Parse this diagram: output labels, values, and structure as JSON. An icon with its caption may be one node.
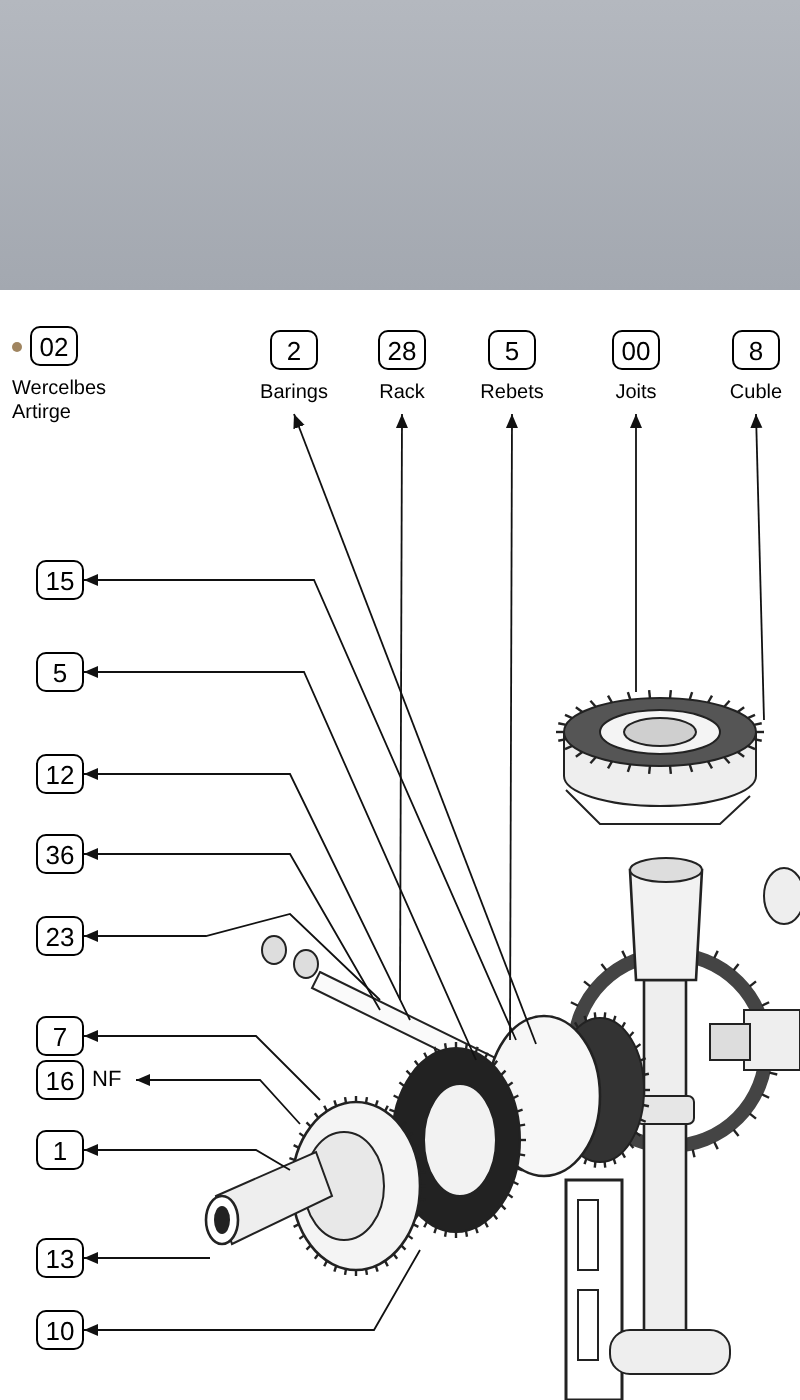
{
  "diagram": {
    "nodes": [
      {
        "text": [
          "02",
          "Wercelbes Artirge"
        ]
      },
      {
        "text": [
          "2",
          "Barings"
        ]
      },
      {
        "text": [
          "28",
          "Rack"
        ]
      },
      {
        "text": [
          "5",
          "Rebets"
        ]
      },
      {
        "text": [
          "00",
          "Joits"
        ]
      },
      {
        "text": [
          "8",
          "Cuble"
        ]
      },
      {
        "text": [
          "15"
        ]
      },
      {
        "text": [
          "5"
        ]
      },
      {
        "text": [
          "12"
        ]
      },
      {
        "text": [
          "36"
        ]
      },
      {
        "text": [
          "23"
        ]
      },
      {
        "text": [
          "7"
        ]
      },
      {
        "text": [
          "16",
          "NF"
        ]
      },
      {
        "text": [
          "1"
        ]
      },
      {
        "text": [
          "13"
        ]
      },
      {
        "text": [
          "10"
        ]
      }
    ],
    "edges": [
      {
        "from": null,
        "to": 1,
        "arrow": "to"
      },
      {
        "from": null,
        "to": 2,
        "arrow": "to"
      },
      {
        "from": null,
        "to": 3,
        "arrow": "to"
      },
      {
        "from": null,
        "to": 4,
        "arrow": "to"
      },
      {
        "from": null,
        "to": 5,
        "arrow": "to"
      },
      {
        "from": null,
        "to": 6,
        "arrow": "to"
      },
      {
        "from": null,
        "to": 7,
        "arrow": "to"
      },
      {
        "from": null,
        "to": 8,
        "arrow": "to"
      },
      {
        "from": null,
        "to": 9,
        "arrow": "to"
      },
      {
        "from": null,
        "to": 10,
        "arrow": "to"
      },
      {
        "from": null,
        "to": 11,
        "arrow": "to"
      },
      {
        "from": null,
        "to": 12,
        "arrow": "to"
      },
      {
        "from": null,
        "to": 13,
        "arrow": "to"
      },
      {
        "from": null,
        "to": 14,
        "arrow": "to"
      },
      {
        "from": null,
        "to": 15,
        "arrow": "to"
      }
    ]
  }
}
